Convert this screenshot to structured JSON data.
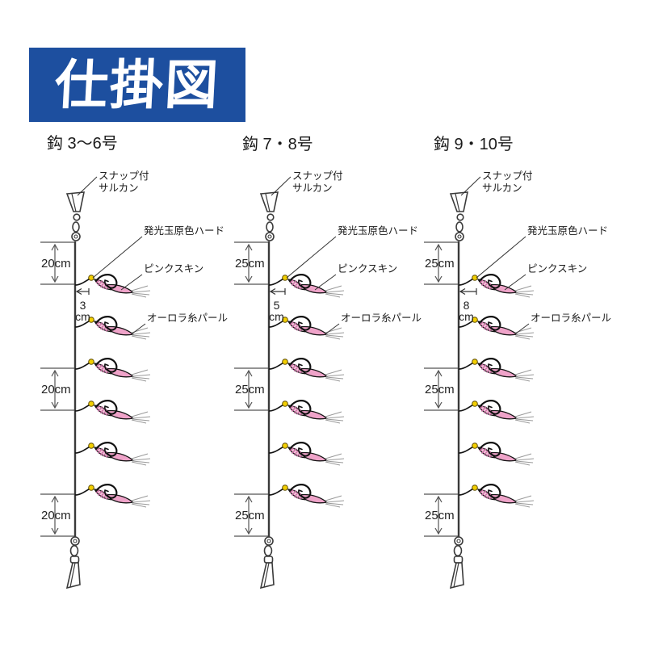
{
  "title": {
    "text": "仕掛図"
  },
  "part_labels": {
    "swivel_line1": "スナップ付",
    "swivel_line2": "サルカン",
    "bead": "発光玉原色ハード",
    "skin": "ピンクスキン",
    "aurora": "オーロラ糸パール"
  },
  "hooks_per_rig": 6,
  "columns": [
    {
      "header": "鈎 3〜6号",
      "spacing_top": "20cm",
      "spacing_middle": "20cm",
      "spacing_bottom": "20cm",
      "branch_length_value": "3",
      "branch_length_unit": "cm"
    },
    {
      "header": "鈎 7・8号",
      "spacing_top": "25cm",
      "spacing_middle": "25cm",
      "spacing_bottom": "25cm",
      "branch_length_value": "5",
      "branch_length_unit": "cm"
    },
    {
      "header": "鈎 9・10号",
      "spacing_top": "25cm",
      "spacing_middle": "25cm",
      "spacing_bottom": "25cm",
      "branch_length_value": "8",
      "branch_length_unit": "cm"
    }
  ],
  "colors": {
    "banner_blue": "#1d4f9f",
    "banner_text": "#ffffff",
    "skin_pink": "#f6c3da",
    "body_pink": "#efa3c9",
    "stripe_pink": "#cc6fa6",
    "bead_yellow": "#f2cf00",
    "bead_outline": "#5f4c00",
    "line_dark": "#3a3a3a",
    "outline_black": "#111111",
    "measure_gray": "#555555",
    "fiber_gray": "#9a9a9a",
    "text_dark": "#1a1a1a"
  }
}
